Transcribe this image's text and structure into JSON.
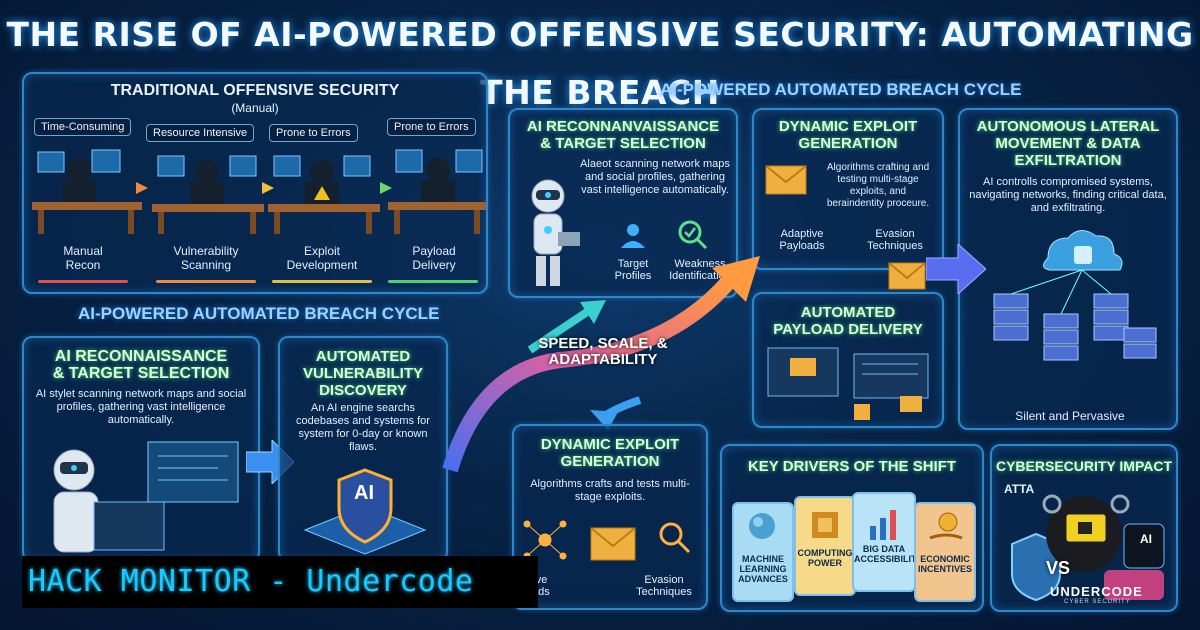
{
  "title": "THE RISE OF AI-POWERED OFFENSIVE SECURITY: AUTOMATING THE BREACH",
  "traditional": {
    "title": "TRADITIONAL OFFENSIVE SECURITY",
    "subtitle": "(Manual)",
    "tags": [
      "Time-Consuming",
      "Resource Intensive",
      "Prone to Errors",
      "Prone to Errors"
    ],
    "steps": [
      {
        "label": "Manual\nRecon"
      },
      {
        "label": "Vulnerability\nScanning"
      },
      {
        "label": "Exploit\nDevelopment"
      },
      {
        "label": "Payload\nDelivery"
      }
    ]
  },
  "banner_left": "AI-POWERED AUTOMATED BREACH CYCLE",
  "banner_top": "AI-POWERED AUTOMATED BREACH CYCLE",
  "recon_top": {
    "title": "AI RECONNANVAISSANCE\n& TARGET SELECTION",
    "desc": "Alaeot scanning network maps and social profiles, gathering vast intelligence automatically.",
    "label1": "Target\nProfiles",
    "label2": "Weakness\nIdentification"
  },
  "exploit_top": {
    "title": "DYNAMIC EXPLOIT\nGENERATION",
    "desc": "Algorithms crafting and testing multi-stage exploits, and beraindentity proceure.",
    "label1": "Adaptive\nPayloads",
    "label2": "Evasion\nTechniques"
  },
  "lateral": {
    "title": "AUTONOMOUS LATERAL\nMOVEMENT & DATA\nEXFILTRATION",
    "desc": "AI controlls compromised systems, navigating networks, finding critical data, and exfiltrating.",
    "caption": "Silent and Pervasive"
  },
  "payload": {
    "title": "AUTOMATED\nPAYLOAD DELIVERY"
  },
  "recon_left": {
    "title": "AI RECONNAISSANCE\n& TARGET SELECTION",
    "desc": "AI stylet scanning network maps and social profiles, gathering vast intelligence automatically."
  },
  "vuln": {
    "title": "AUTOMATED\nVULNERABILITY\nDISCOVERY",
    "desc": "An AI engine searchs codebases and systems for system for 0-day or known flaws.",
    "chip_label": "AI"
  },
  "speed": "SPEED, SCALE, &\nADAPTABILITY",
  "exploit_bottom": {
    "title": "DYNAMIC EXPLOIT\nGENERATION",
    "desc": "Algorithms crafts and tests multi-stage exploits.",
    "label1": "aptive\nyloads",
    "label2": "Evasion\nTechniques"
  },
  "drivers": {
    "title": "KEY DRIVERS OF THE SHIFT",
    "cards": [
      {
        "label": "MACHINE\nLEARNING\nADVANCES",
        "color": "#a7dcf2"
      },
      {
        "label": "COMPUTING\nPOWER",
        "color": "#f7d98a"
      },
      {
        "label": "BIG DATA\nACCESSIBILITY",
        "color": "#b9e3f7"
      },
      {
        "label": "ECONOMIC\nINCENTIVES",
        "color": "#f3c58e"
      }
    ]
  },
  "impact": {
    "title": "CYBERSECURITY IMPACT",
    "partial": "ATTA",
    "vs": "VS",
    "brand": "UNDERCODE",
    "brand_sub": "CYBER SECURITY",
    "ai_tag": "AI"
  },
  "hack_monitor": "HACK MONITOR - Undercode",
  "colors": {
    "accent": "#2f86c9",
    "title_glow": "#1f9bff",
    "green_title": "#d8ffd2",
    "hack_text": "#19c9ff"
  }
}
